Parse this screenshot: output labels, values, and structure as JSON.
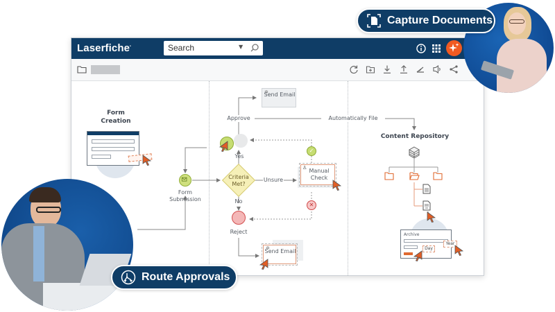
{
  "app": {
    "logo": "Laserfiche",
    "search": {
      "value": "Search",
      "placeholder": "Search"
    },
    "header_icons": [
      "info-icon",
      "apps-grid-icon",
      "ai-sparkle-icon"
    ],
    "toolbar_icons": [
      "refresh-icon",
      "new-folder-icon",
      "download-icon",
      "upload-icon",
      "sign-icon",
      "speaker-icon",
      "share-icon"
    ],
    "accent_color": "#f05a22",
    "brand_color": "#0f3d66"
  },
  "callouts": {
    "capture": {
      "label": "Capture Documents",
      "icon": "document-scan-icon"
    },
    "route": {
      "label": "Route Approvals",
      "icon": "route-icon"
    }
  },
  "workflow": {
    "form_creation": "Form Creation",
    "form_submission": "Form Submission",
    "criteria": "Criteria Met?",
    "yes": "Yes",
    "no": "No",
    "unsure": "Unsure",
    "approve": "Approve",
    "reject": "Reject",
    "manual_check": "Manual Check",
    "send_email_top": "Send Email",
    "send_email_bottom": "Send Email",
    "automatically_file": "Automatically File",
    "content_repository": "Content Repository",
    "archive": "Archive",
    "year": "Year",
    "day": "Day"
  }
}
